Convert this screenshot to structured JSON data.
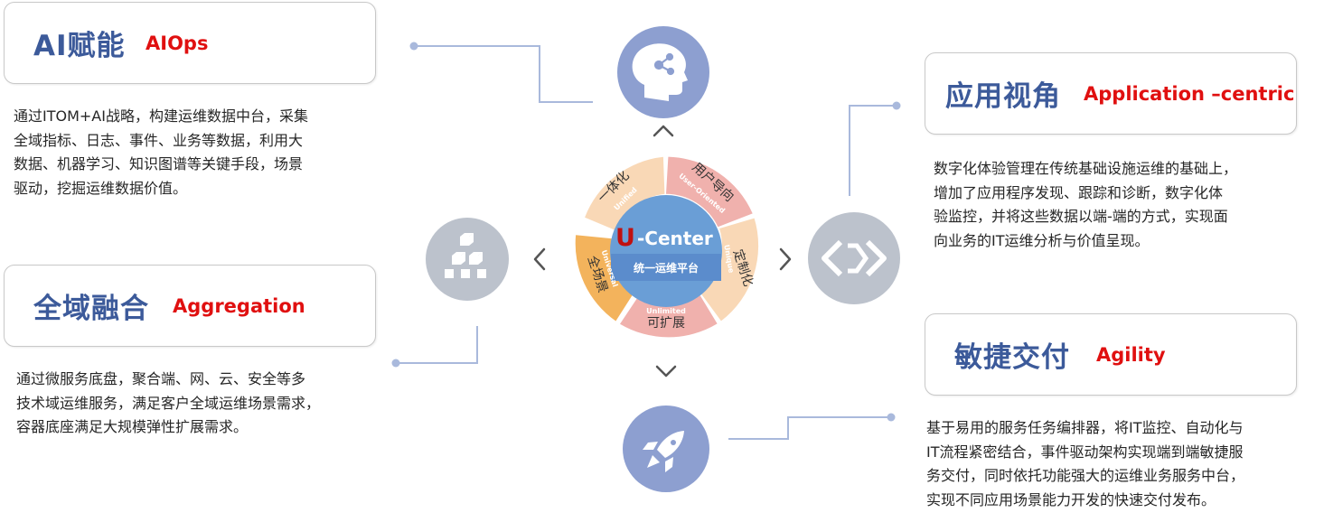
{
  "sections": {
    "ai": {
      "title": "AI赋能",
      "subtitle": "AIOps",
      "lines": [
        "通过ITOM+AI战略，构建运维数据中台，采集",
        "全域指标、日志、事件、业务等数据，利用大",
        "数据、机器学习、知识图谱等关键手段，场景",
        "驱动，挖掘运维数据价值。"
      ],
      "icon": "brain-icon"
    },
    "aggregation": {
      "title": "全域融合",
      "subtitle": "Aggregation",
      "lines": [
        "通过微服务底盘，聚合端、网、云、安全等多",
        "技术域运维服务，满足客户全域运维场景需求，",
        "容器底座满足大规模弹性扩展需求。"
      ],
      "icon": "cubes-icon"
    },
    "application": {
      "title": "应用视角",
      "subtitle": "Application –centric",
      "lines": [
        "数字化体验管理在传统基础设施运维的基础上，",
        "增加了应用程序发现、跟踪和诊断，数字化体",
        "验监控，并将这些数据以端-端的方式，实现面",
        "向业务的IT运维分析与价值呈现。"
      ],
      "icon": "link-icon"
    },
    "agility": {
      "title": "敏捷交付",
      "subtitle": "Agility",
      "lines": [
        "基于易用的服务任务编排器，将IT监控、自动化与",
        "IT流程紧密结合，事件驱动架构实现端到端敏捷服",
        "务交付，同时依托功能强大的运维业务服务中台，",
        "实现不同应用场景能力开发的快速交付发布。"
      ],
      "icon": "rocket-icon"
    }
  },
  "center": {
    "logo_u": "U",
    "logo_rest": "-Center",
    "platform": "统一运维平台",
    "segments": [
      {
        "cn": "一体化",
        "en": "Unified",
        "color": "#f9d8b6"
      },
      {
        "cn": "用户导向",
        "en": "User-Oriented",
        "color": "#f0b1ad"
      },
      {
        "cn": "定制化",
        "en": "Unique",
        "color": "#f9d8b6"
      },
      {
        "cn": "可扩展",
        "en": "Unlimited",
        "color": "#f0b1ad"
      },
      {
        "cn": "全场景",
        "en": "Universal",
        "color": "#f3b35c"
      }
    ]
  },
  "colors": {
    "icon_circle": "#8d9fd0",
    "gray_circle": "#bcc2cc",
    "center_blue": "#6a9ed6",
    "title_blue": "#3c5a9a",
    "accent_red": "#e01010"
  }
}
